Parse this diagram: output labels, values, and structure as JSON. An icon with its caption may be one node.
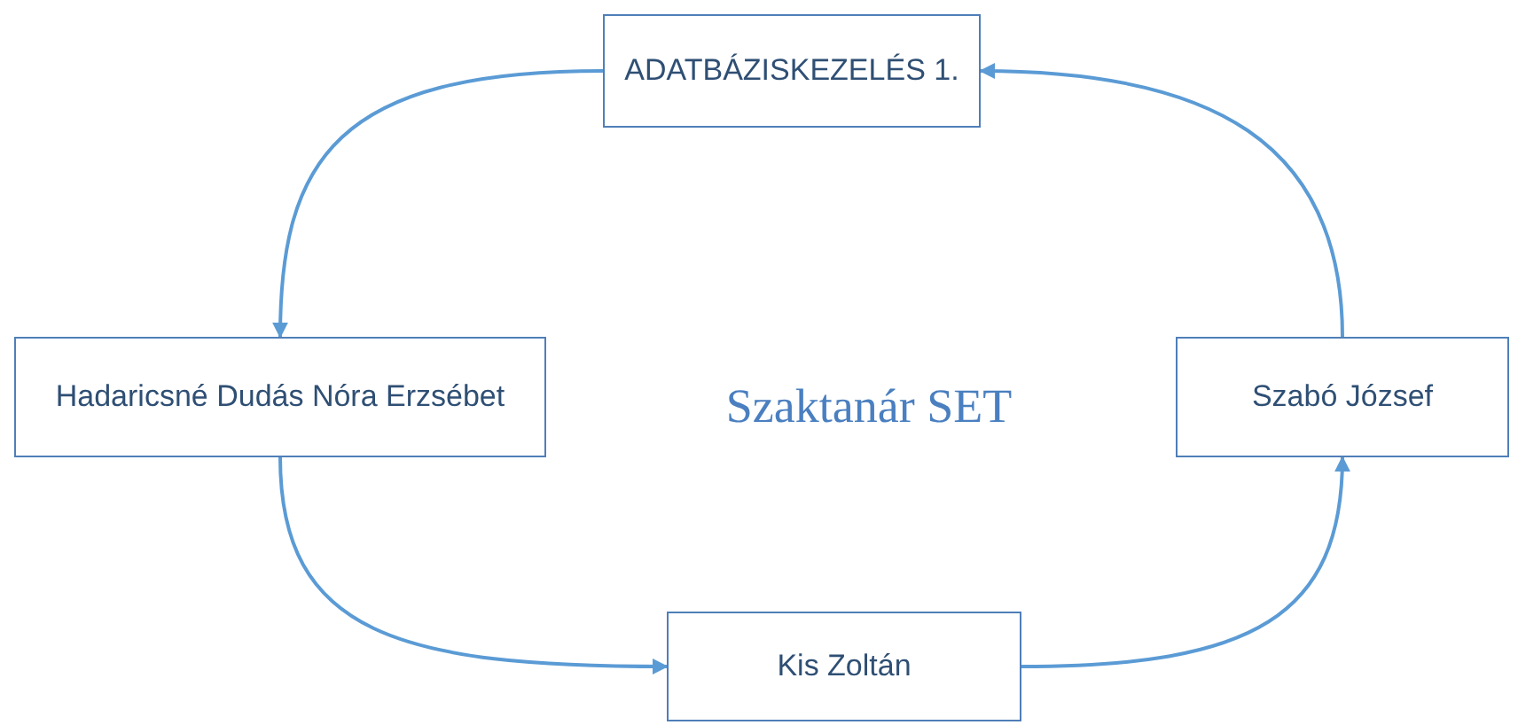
{
  "diagram": {
    "nodes": [
      {
        "text": [
          "ADATBÁZISKEZELÉS 1."
        ]
      },
      {
        "text": [
          "Hadaricsné Dudás Nóra Erzsébet"
        ]
      },
      {
        "text": [
          "Kis Zoltán"
        ]
      },
      {
        "text": [
          "Szabó József"
        ]
      }
    ],
    "edges": [
      {
        "from": 0,
        "to": 1,
        "arrow": "to"
      },
      {
        "from": 1,
        "to": 2,
        "arrow": "to"
      },
      {
        "from": 2,
        "to": 3,
        "arrow": "to"
      },
      {
        "from": 3,
        "to": 0,
        "arrow": "to"
      }
    ],
    "labels": [
      "Szaktanár SET"
    ]
  }
}
